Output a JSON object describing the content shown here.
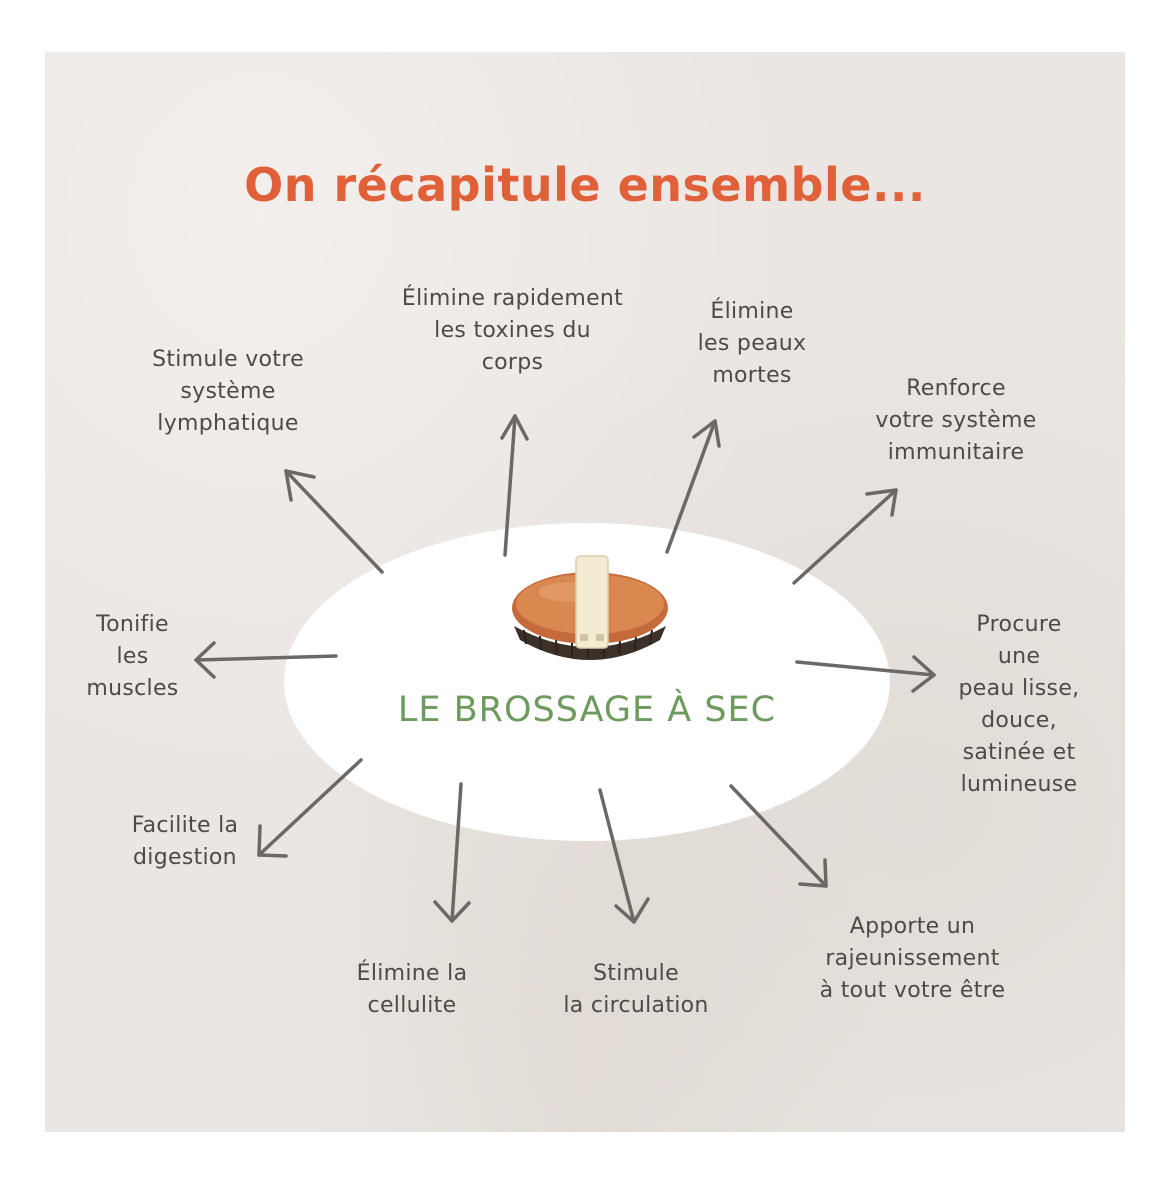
{
  "title": "On récapitule ensemble...",
  "center": {
    "label": "LE BROSSAGE À SEC",
    "image": "dry-brush-icon"
  },
  "benefits": [
    "Stimule votre\nsystème\nlymphatique",
    "Élimine rapidement\nles toxines du\ncorps",
    "Élimine\nles peaux\nmortes",
    "Renforce\nvotre système\nimmunitaire",
    "Tonifie\nles\nmuscles",
    "Procure\nune\npeau lisse,\ndouce,\nsatinée et\nlumineuse",
    "Facilite la\ndigestion",
    "Élimine la\ncellulite",
    "Stimule\nla circulation",
    "Apporte un\nrajeunissement\nà tout votre être"
  ],
  "colors": {
    "title": "#e0603a",
    "center_label": "#6e9a5e",
    "text": "#4d4a48",
    "arrow": "#6b6866",
    "background": "#ebe6e2"
  }
}
